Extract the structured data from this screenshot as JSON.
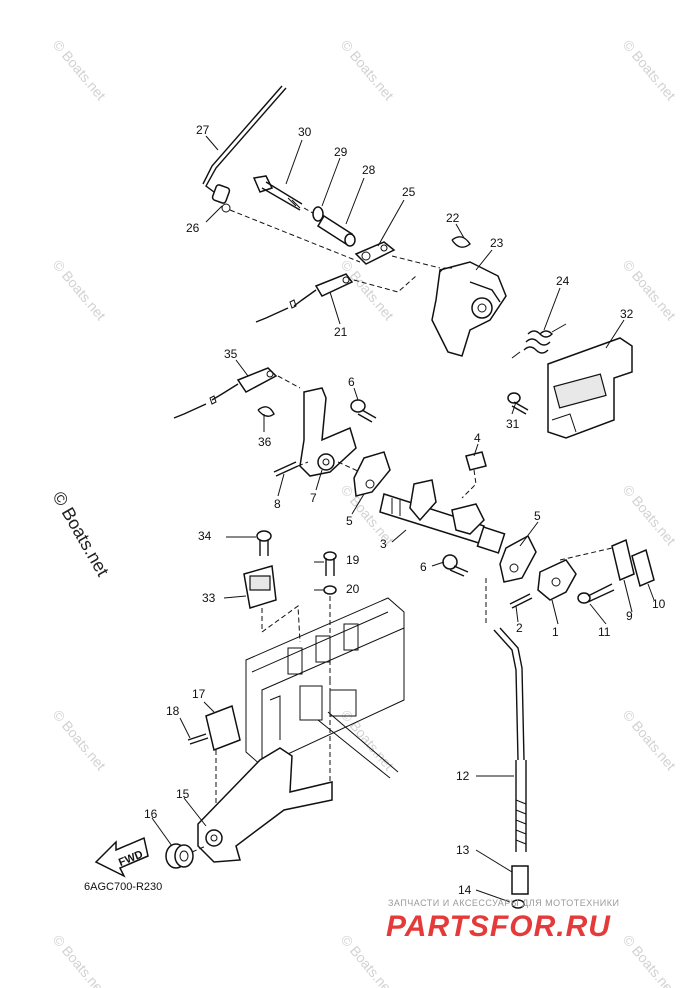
{
  "watermark_text": "© Boats.net",
  "diagram_code": "6AGC700-R230",
  "fwd_label": "FWD",
  "promo": {
    "tagline": "ЗАПЧАСТИ И АКСЕССУАРЫ ДЛЯ МОТОТЕХНИКИ",
    "logo": "PARTSFOR.RU"
  },
  "callouts": [
    "1",
    "2",
    "3",
    "4",
    "5",
    "5",
    "6",
    "6",
    "7",
    "8",
    "9",
    "10",
    "11",
    "12",
    "13",
    "14",
    "15",
    "16",
    "17",
    "18",
    "19",
    "20",
    "21",
    "22",
    "23",
    "24",
    "25",
    "26",
    "27",
    "28",
    "29",
    "30",
    "31",
    "32",
    "33",
    "34",
    "35",
    "36"
  ]
}
